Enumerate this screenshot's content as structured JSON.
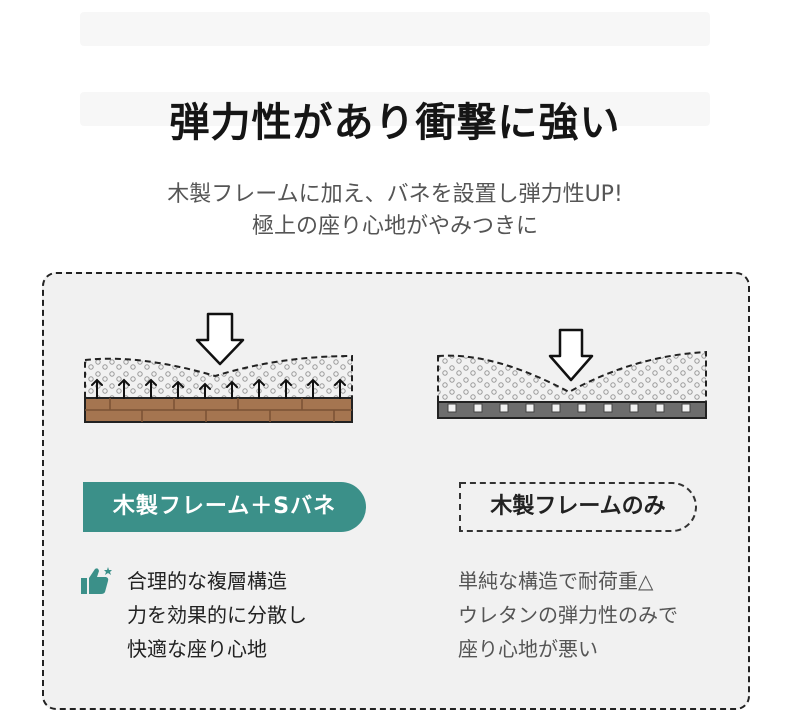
{
  "heading": {
    "title": "弾力性があり衝撃に強い",
    "subtitle_line1": "木製フレームに加え、バネを設置し弾力性UP!",
    "subtitle_line2": "極上の座り心地がやみつきに"
  },
  "comparison": {
    "left": {
      "label": "木製フレーム＋Sバネ",
      "lines": [
        "合理的な複層構造",
        "力を効果的に分散し",
        "快適な座り心地"
      ],
      "icon": "thumbs-up-icon",
      "accent": "#3b9089"
    },
    "right": {
      "label": "木製フレームのみ",
      "lines": [
        "単純な構造で耐荷重△",
        "ウレタンの弾力性のみで",
        "座り心地が悪い"
      ]
    }
  }
}
